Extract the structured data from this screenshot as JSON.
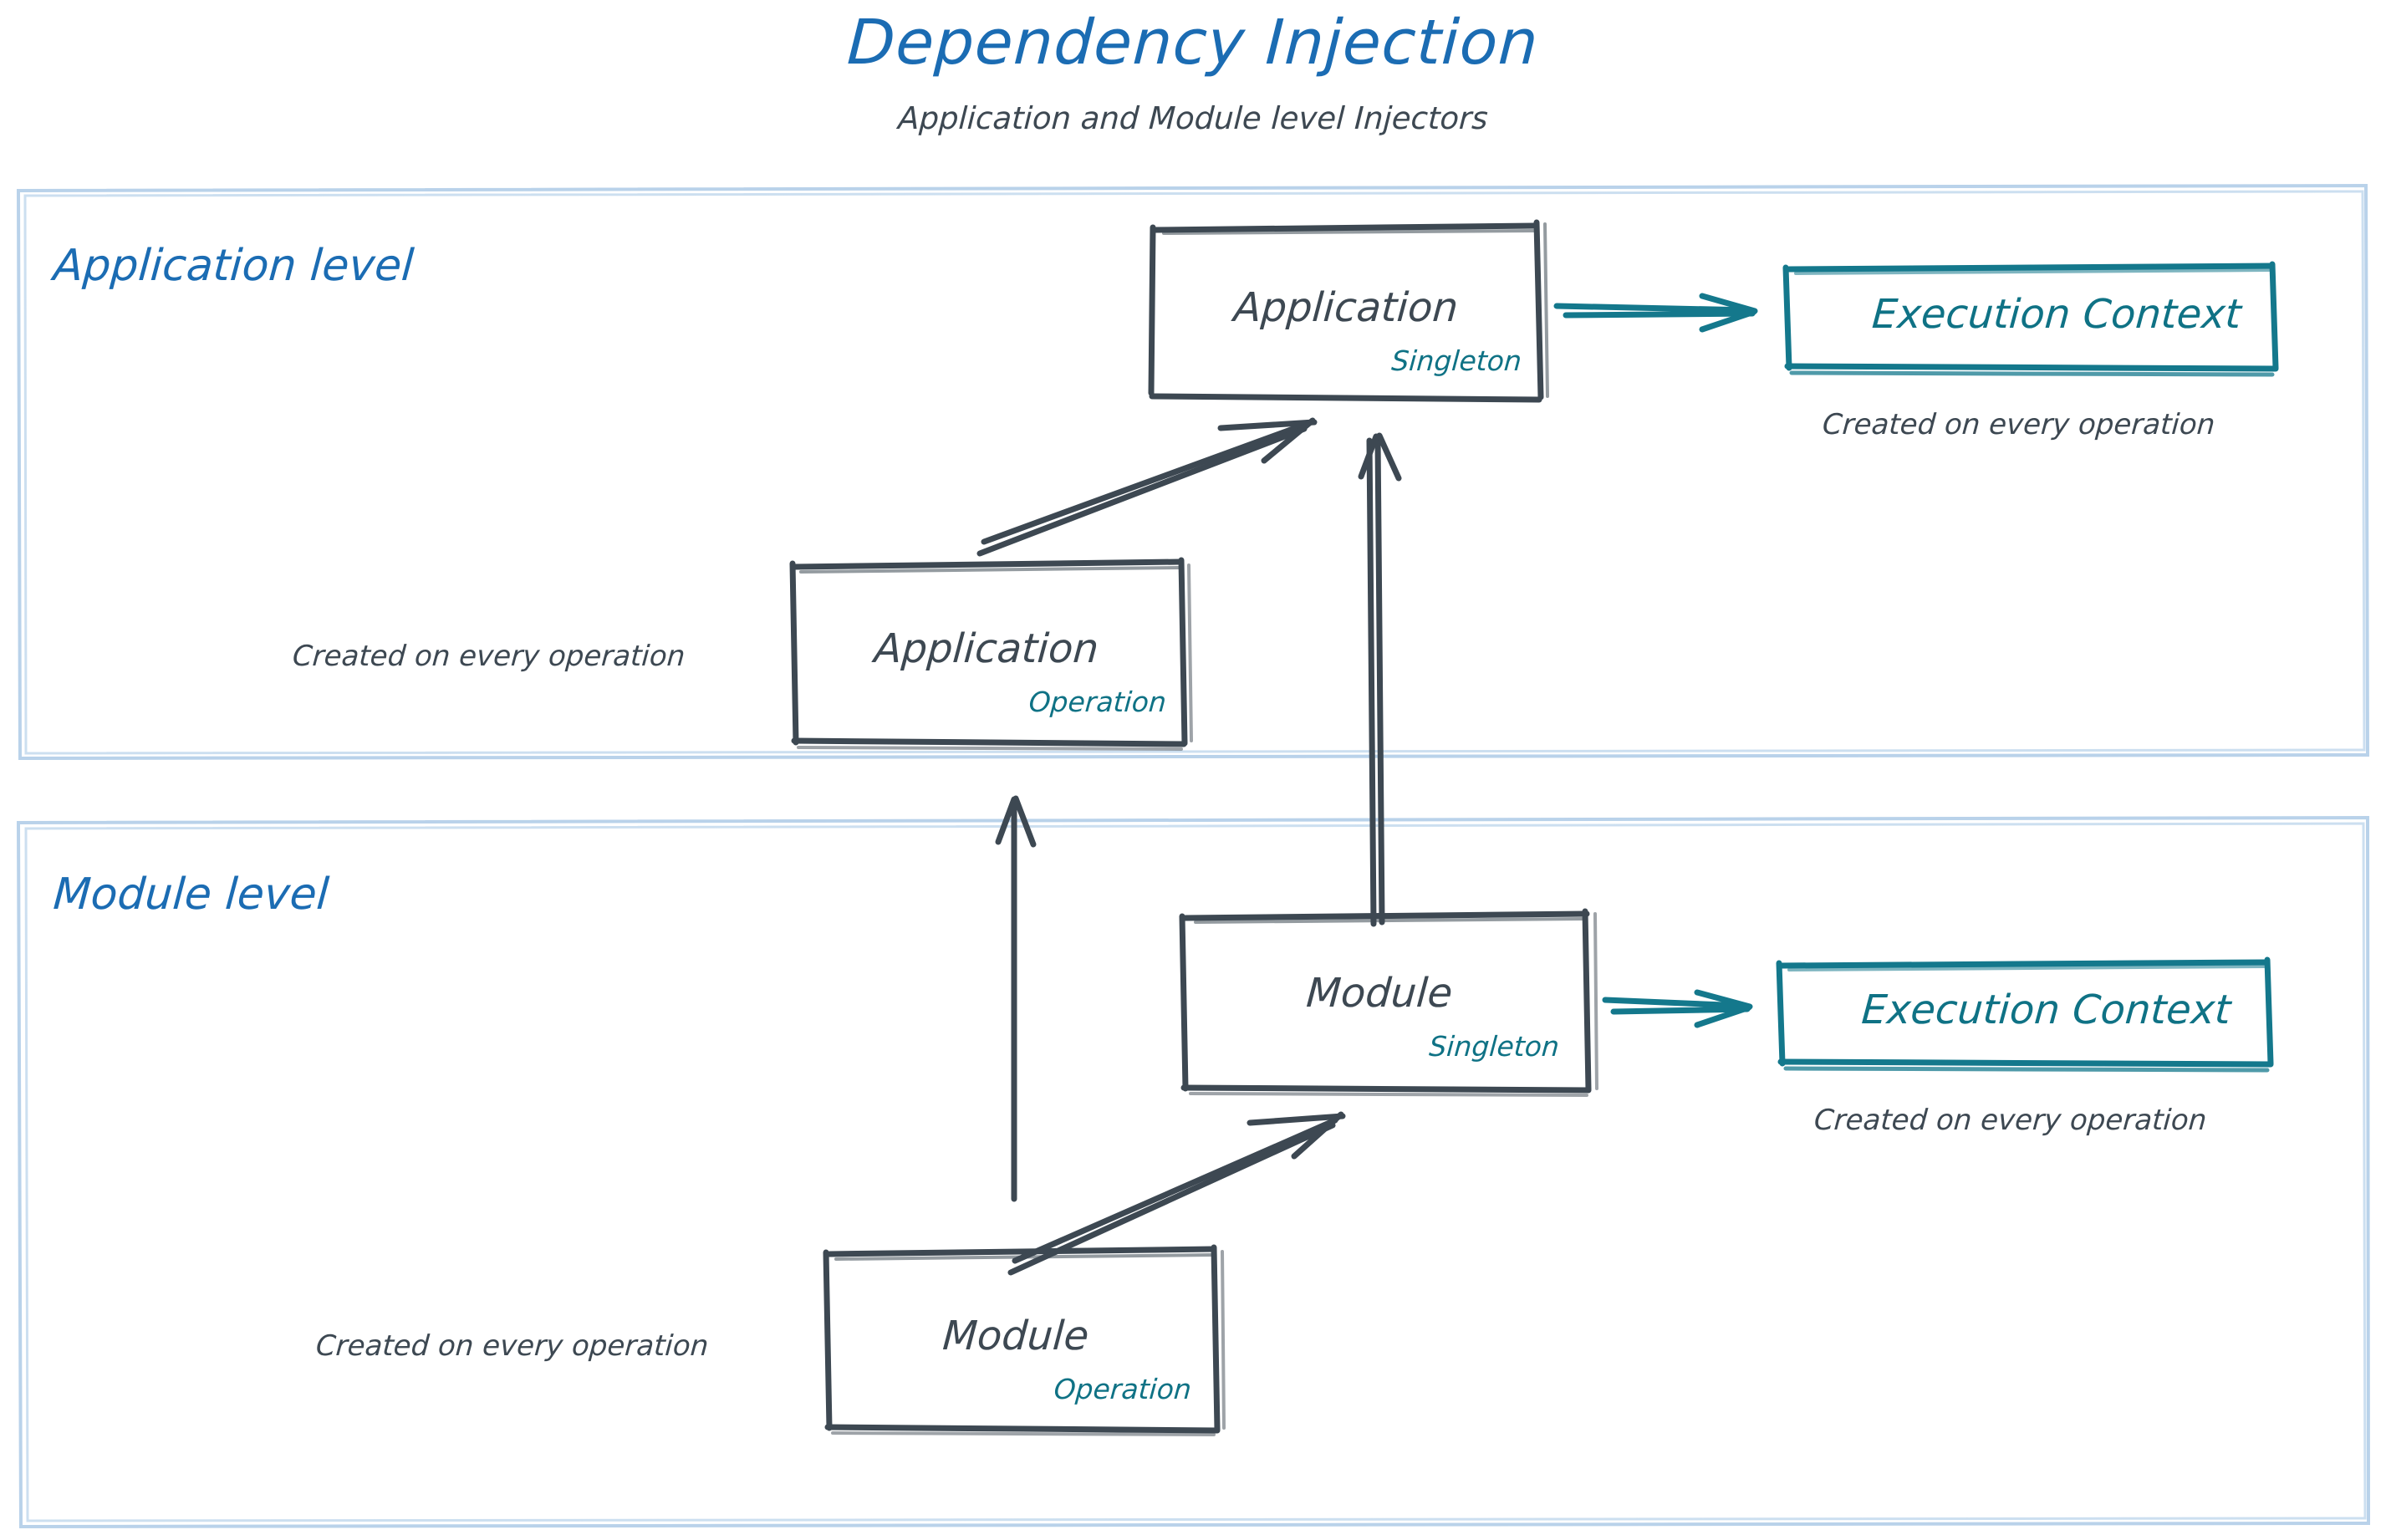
{
  "header": {
    "title": "Dependency Injection",
    "subtitle": "Application and Module level Injectors"
  },
  "colors": {
    "title_blue": "#1b6cb3",
    "zone_blue": "#1b6cb3",
    "zone_border": "#b9d2ea",
    "node_ink": "#3d4852",
    "accent_teal": "#0f7285"
  },
  "zones": [
    {
      "id": "application-level",
      "label": "Application level",
      "nodes": [
        {
          "id": "application-singleton",
          "title": "Application",
          "scope": "Singleton"
        },
        {
          "id": "application-operation",
          "title": "Application",
          "scope": "Operation",
          "caption": "Created on every operation"
        },
        {
          "id": "execution-context-application",
          "title": "Execution Context",
          "caption": "Created on every operation"
        }
      ]
    },
    {
      "id": "module-level",
      "label": "Module level",
      "nodes": [
        {
          "id": "module-singleton",
          "title": "Module",
          "scope": "Singleton"
        },
        {
          "id": "module-operation",
          "title": "Module",
          "scope": "Operation",
          "caption": "Created on every operation"
        },
        {
          "id": "execution-context-module",
          "title": "Execution Context",
          "caption": "Created on every operation"
        }
      ]
    }
  ],
  "edges": [
    {
      "id": "app-op-to-app-singleton",
      "from": "application-operation",
      "to": "application-singleton",
      "style": "double-line-arrow",
      "color": "#3d4852"
    },
    {
      "id": "app-singleton-to-exec-ctx",
      "from": "application-singleton",
      "to": "execution-context-application",
      "style": "double-line-arrow",
      "color": "#0f7285"
    },
    {
      "id": "module-singleton-to-app-singleton",
      "from": "module-singleton",
      "to": "application-singleton",
      "style": "double-line-arrow",
      "color": "#3d4852"
    },
    {
      "id": "module-op-to-module-singleton",
      "from": "module-operation",
      "to": "module-singleton",
      "style": "double-line-arrow",
      "color": "#3d4852"
    },
    {
      "id": "module-op-to-app-op",
      "from": "module-operation",
      "to": "application-operation",
      "style": "single-line-arrow",
      "color": "#3d4852"
    },
    {
      "id": "module-singleton-to-exec-ctx",
      "from": "module-singleton",
      "to": "execution-context-module",
      "style": "double-line-arrow",
      "color": "#0f7285"
    }
  ]
}
